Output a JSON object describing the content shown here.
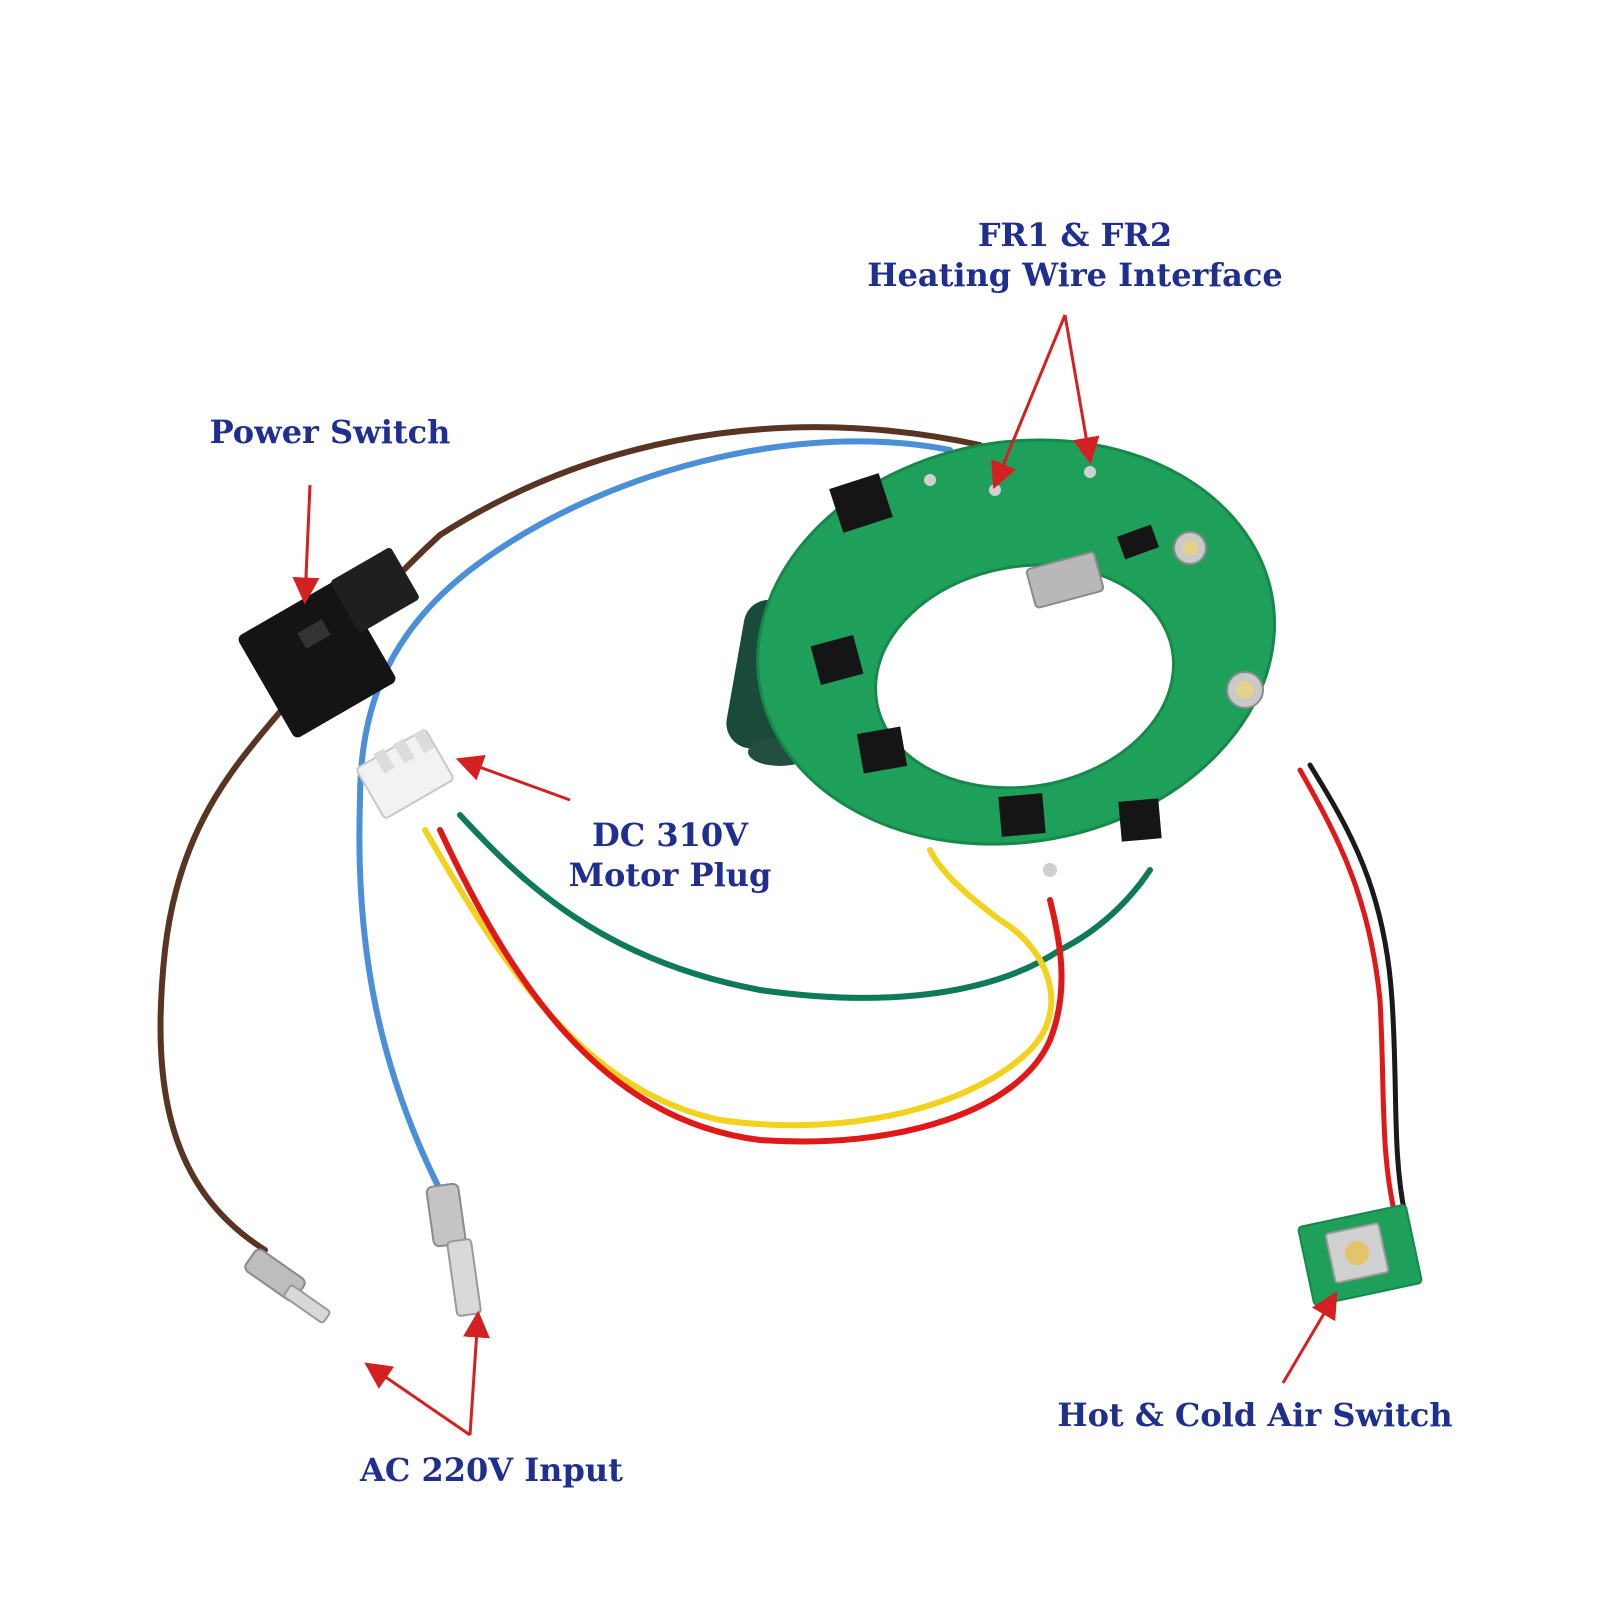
{
  "labels": {
    "heating_line1": "FR1 & FR2",
    "heating_line2": "Heating Wire Interface",
    "power_switch": "Power Switch",
    "motor_line1": "DC 310V",
    "motor_line2": "Motor Plug",
    "ac_input": "AC 220V Input",
    "air_switch": "Hot & Cold Air Switch"
  },
  "colors": {
    "label_text": "#1f2f8f",
    "arrow": "#d42020",
    "pcb_green": "#1fa05a",
    "wire_brown": "#5a3422",
    "wire_blue": "#4a8fd8",
    "wire_green": "#0e7a5a",
    "wire_yellow": "#f2d21c",
    "wire_red": "#e01818",
    "wire_black": "#1a1a1a"
  },
  "icons": [
    "pcb-ring-board",
    "power-switch-body",
    "connector-plug",
    "spade-terminal",
    "push-button-board",
    "capacitor"
  ]
}
